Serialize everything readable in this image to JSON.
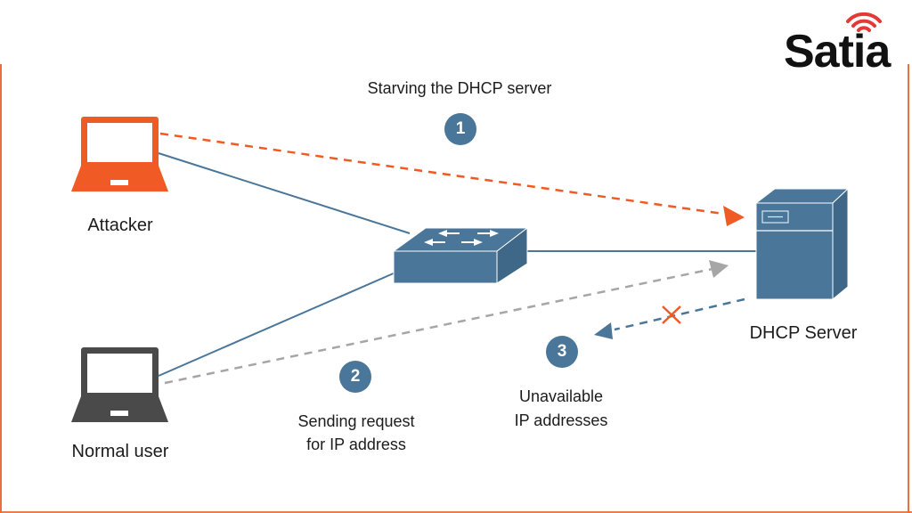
{
  "brand": {
    "name": "Satia",
    "logo_icon": "wifi-signal-icon",
    "accent_color": "#e53935"
  },
  "colors": {
    "attacker": "#f05a24",
    "normal_user": "#4a4a4a",
    "network_blue": "#4a7699",
    "request_gray": "#a6a6a6",
    "frame": "#e8703f"
  },
  "nodes": {
    "attacker": {
      "label": "Attacker",
      "icon": "laptop-icon"
    },
    "normal_user": {
      "label": "Normal user",
      "icon": "laptop-icon"
    },
    "switch": {
      "icon": "network-switch-icon"
    },
    "dhcp_server": {
      "label": "DHCP Server",
      "icon": "server-icon"
    }
  },
  "steps": [
    {
      "number": "1",
      "lines": [
        "Starving the DHCP server"
      ]
    },
    {
      "number": "2",
      "lines": [
        "Sending request",
        "for IP address"
      ]
    },
    {
      "number": "3",
      "lines": [
        "Unavailable",
        "IP addresses"
      ]
    }
  ],
  "connections": [
    {
      "from": "attacker",
      "to": "switch",
      "style": "solid"
    },
    {
      "from": "normal_user",
      "to": "switch",
      "style": "solid"
    },
    {
      "from": "switch",
      "to": "dhcp_server",
      "style": "solid"
    },
    {
      "from": "attacker",
      "to": "dhcp_server",
      "style": "dashed",
      "meaning": "step 1 flood"
    },
    {
      "from": "normal_user",
      "to": "dhcp_server",
      "style": "dashed",
      "meaning": "step 2 request"
    },
    {
      "from": "dhcp_server",
      "to": "normal_user",
      "style": "dashed",
      "meaning": "step 3 blocked",
      "blocked_marker": "x-mark-icon"
    }
  ]
}
